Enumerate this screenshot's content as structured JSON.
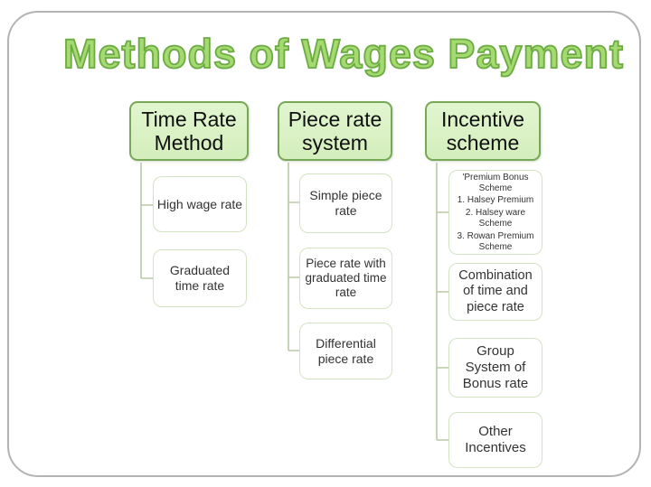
{
  "title": "Methods of Wages Payment",
  "palette": {
    "title_fill": "#a4da70",
    "title_outline": "#6cab44",
    "header_fill": "#d4eebc",
    "header_border": "#79a758",
    "child_border": "#d3e3c4",
    "connector": "#b8caa6",
    "slide_border": "#b3b3b3"
  },
  "columns": [
    {
      "header": "Time Rate\nMethod",
      "children": [
        {
          "label": "High wage rate"
        },
        {
          "label": "Graduated\ntime rate"
        }
      ]
    },
    {
      "header": "Piece rate\nsystem",
      "children": [
        {
          "label": "Simple piece\nrate"
        },
        {
          "label": "Piece rate with\ngraduated time\nrate"
        },
        {
          "label": "Differential\npiece rate"
        }
      ]
    },
    {
      "header": "Incentive\nscheme",
      "children": [
        {
          "blocks": [
            "'Premium Bonus Scheme",
            "1. Halsey Premium",
            "2. Halsey ware Scheme",
            "3. Rowan Premium Scheme"
          ]
        },
        {
          "label": "Combination\nof time and\npiece rate"
        },
        {
          "label": "Group\nSystem of\nBonus rate"
        },
        {
          "label": "Other\nIncentives"
        }
      ]
    }
  ]
}
